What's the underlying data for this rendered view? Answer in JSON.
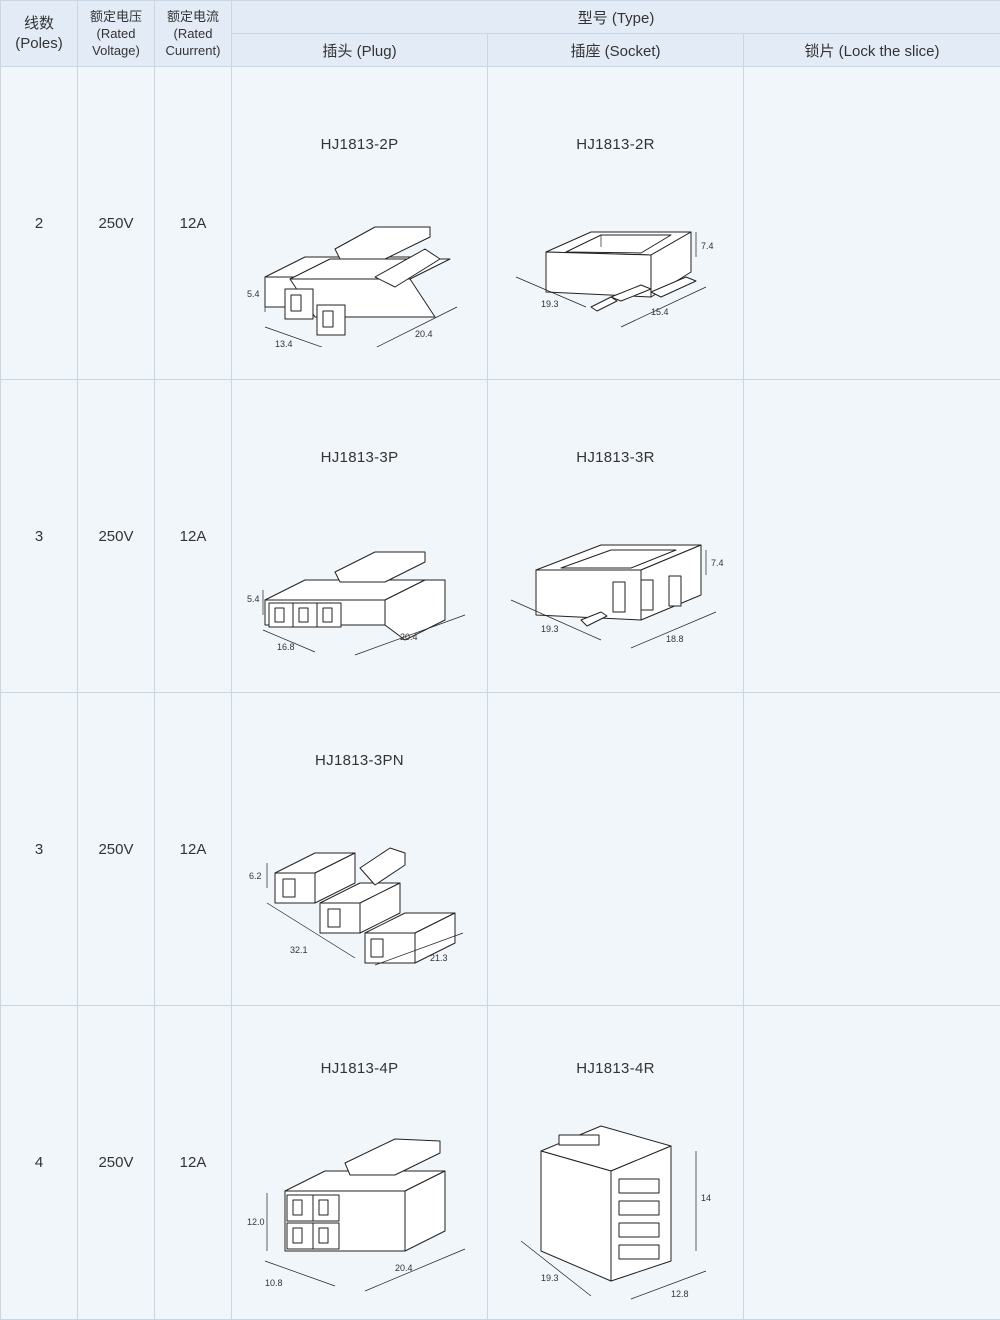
{
  "header": {
    "poles": "线数\n(Poles)",
    "poles_cn": "线数",
    "poles_en": "(Poles)",
    "voltage_cn": "额定电压",
    "voltage_en1": "(Rated",
    "voltage_en2": "Voltage)",
    "current_cn": "额定电流",
    "current_en1": "(Rated",
    "current_en2": "Cuurrent)",
    "type": "型号 (Type)",
    "plug": "插头 (Plug)",
    "socket": "插座 (Socket)",
    "lock": "锁片 (Lock the slice)"
  },
  "rows": [
    {
      "poles": "2",
      "voltage": "250V",
      "current": "12A",
      "plug": {
        "model": "HJ1813-2P",
        "dims": [
          "5.4",
          "13.4",
          "20.4"
        ]
      },
      "socket": {
        "model": "HJ1813-2R",
        "dims": [
          "7.4",
          "19.3",
          "15.4"
        ]
      },
      "lock": ""
    },
    {
      "poles": "3",
      "voltage": "250V",
      "current": "12A",
      "plug": {
        "model": "HJ1813-3P",
        "dims": [
          "5.4",
          "16.8",
          "20.4"
        ]
      },
      "socket": {
        "model": "HJ1813-3R",
        "dims": [
          "7.4",
          "19.3",
          "18.8"
        ]
      },
      "lock": ""
    },
    {
      "poles": "3",
      "voltage": "250V",
      "current": "12A",
      "plug": {
        "model": "HJ1813-3PN",
        "dims": [
          "6.2",
          "32.1",
          "21.3"
        ]
      },
      "socket": {
        "model": "",
        "dims": []
      },
      "lock": ""
    },
    {
      "poles": "4",
      "voltage": "250V",
      "current": "12A",
      "plug": {
        "model": "HJ1813-4P",
        "dims": [
          "12.0",
          "10.8",
          "20.4"
        ]
      },
      "socket": {
        "model": "HJ1813-4R",
        "dims": [
          "14",
          "19.3",
          "12.8"
        ]
      },
      "lock": ""
    }
  ]
}
